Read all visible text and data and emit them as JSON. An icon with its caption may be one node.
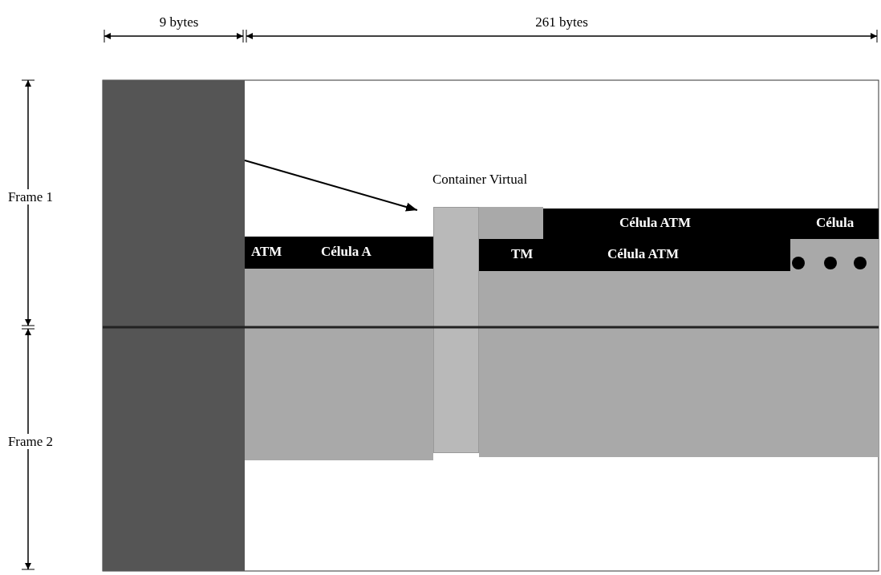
{
  "diagram": {
    "nodes": [
      {
        "text": [],
        "shape": "box"
      },
      {
        "text": [],
        "shape": "bar"
      },
      {
        "text": [
          "ATM",
          "Célula A"
        ]
      },
      {
        "text": [
          "Célula ATM",
          "Célula"
        ]
      },
      {
        "text": [
          "TM",
          "Célula ATM"
        ]
      }
    ],
    "edges": [
      {
        "from": 0,
        "to": 1,
        "arrow": "to"
      }
    ],
    "labels": [
      "9 bytes",
      "261 bytes",
      "Container Virtual",
      "Frame 1",
      "Frame 2"
    ]
  }
}
